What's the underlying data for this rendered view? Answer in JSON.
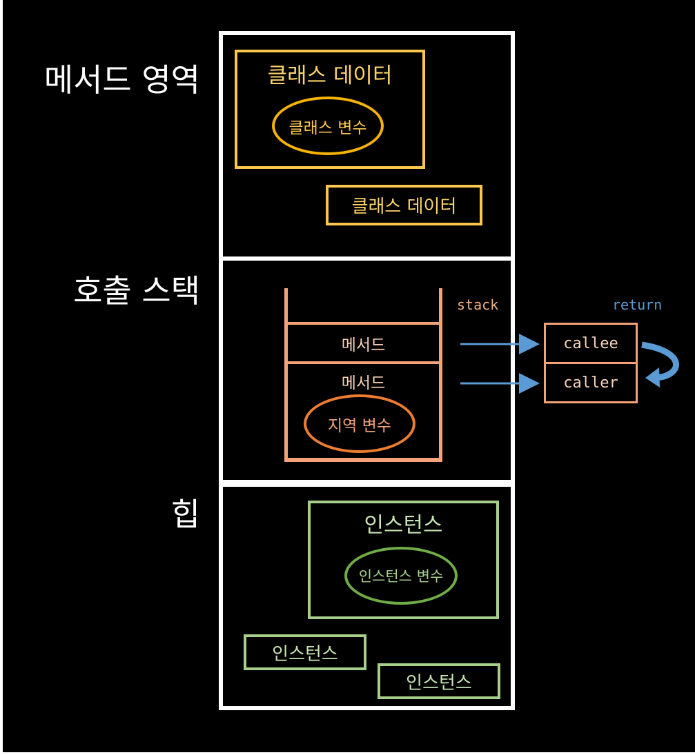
{
  "sections": {
    "method_area": "메서드 영역",
    "call_stack": "호출 스택",
    "heap": "힙"
  },
  "method_area": {
    "class_data_1": "클래스 데이터",
    "class_variable": "클래스 변수",
    "class_data_2": "클래스 데이터"
  },
  "call_stack": {
    "frame_top": "메서드",
    "frame_bottom": "메서드",
    "local_variable": "지역 변수",
    "stack_label": "stack",
    "return_label": "return",
    "callee": "callee",
    "caller": "caller"
  },
  "heap": {
    "instance_1": "인스턴스",
    "instance_variable": "인스턴스 변수",
    "instance_2": "인스턴스",
    "instance_3": "인스턴스"
  },
  "colors": {
    "background": "#000000",
    "region_border": "#ffffff",
    "method_area_accent": "#fcc74a",
    "call_stack_accent": "#f4a278",
    "local_var_accent": "#ed7d31",
    "heap_accent": "#a8cf8a",
    "arrow": "#5b9bd5"
  }
}
